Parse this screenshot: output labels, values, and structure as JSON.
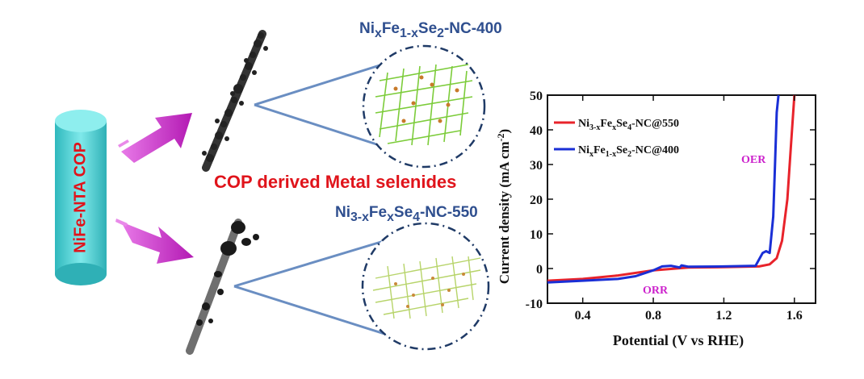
{
  "cylinder_label": "NiFe-NTA COP",
  "top_label": {
    "base1": "Ni",
    "sub1": "x",
    "base2": "Fe",
    "sub2": "1-x",
    "base3": "Se",
    "sub3": "2",
    "tail": "-NC-400"
  },
  "center_label": "COP derived Metal selenides",
  "bottom_label": {
    "base1": "Ni",
    "sub1": "3-x",
    "base2": "Fe",
    "sub2": "x",
    "base3": "Se",
    "sub3": "4",
    "tail": "-NC-550"
  },
  "chart_data": {
    "type": "line",
    "xlabel": "Potential (V vs RHE)",
    "ylabel": "Current density (mA cm⁻²)",
    "xlim": [
      0.2,
      1.72
    ],
    "ylim": [
      -10,
      50
    ],
    "xticks": [
      0.4,
      0.8,
      1.2,
      1.6
    ],
    "xtick_labels": [
      "0.4",
      "0.8",
      "1.2",
      "1.6"
    ],
    "yticks": [
      -10,
      0,
      10,
      20,
      30,
      40,
      50
    ],
    "ytick_labels": [
      "-10",
      "0",
      "10",
      "20",
      "30",
      "40",
      "50"
    ],
    "legend_position": "top-left",
    "annotations": [
      "OER",
      "ORR"
    ],
    "series": [
      {
        "name": "Ni3-xFexSe4-NC@550",
        "color": "#e8232b",
        "x": [
          0.2,
          0.4,
          0.6,
          0.8,
          1.0,
          1.2,
          1.4,
          1.46,
          1.5,
          1.53,
          1.56,
          1.58,
          1.6
        ],
        "y": [
          -3.5,
          -3.0,
          -2.0,
          -0.5,
          0.3,
          0.4,
          0.6,
          1.2,
          3.0,
          8.0,
          20.0,
          35.0,
          50.0
        ]
      },
      {
        "name": "NixFe1-xSe2-NC@400",
        "color": "#1a2fd6",
        "x": [
          0.2,
          0.4,
          0.6,
          0.7,
          0.8,
          0.85,
          0.9,
          0.95,
          0.96,
          1.0,
          1.2,
          1.38,
          1.42,
          1.44,
          1.46,
          1.48,
          1.49,
          1.5,
          1.51
        ],
        "y": [
          -4.0,
          -3.5,
          -3.0,
          -2.2,
          -0.5,
          0.6,
          0.8,
          0.3,
          0.9,
          0.5,
          0.6,
          0.8,
          4.5,
          5.0,
          4.5,
          15.0,
          30.0,
          45.0,
          50.0
        ]
      }
    ]
  },
  "chart_text": {
    "legend1": {
      "base1": "Ni",
      "sub1": "3-x",
      "base2": "Fe",
      "sub2": "x",
      "base3": "Se",
      "sub3": "4",
      "tail": "-NC@550"
    },
    "legend2": {
      "base1": "Ni",
      "sub1": "x",
      "base2": "Fe",
      "sub2": "1-x",
      "base3": "Se",
      "sub3": "2",
      "tail": "-NC@400"
    },
    "oer": "OER",
    "orr": "ORR",
    "ylabel_main": "Current density (mA cm",
    "ylabel_sup": "-2",
    "ylabel_end": ")"
  },
  "colors": {
    "arrow": "#cc33cc",
    "cylinder": "#3fd0d0",
    "circle": "#1f3a66",
    "zoom_line": "#6a8ec2"
  }
}
